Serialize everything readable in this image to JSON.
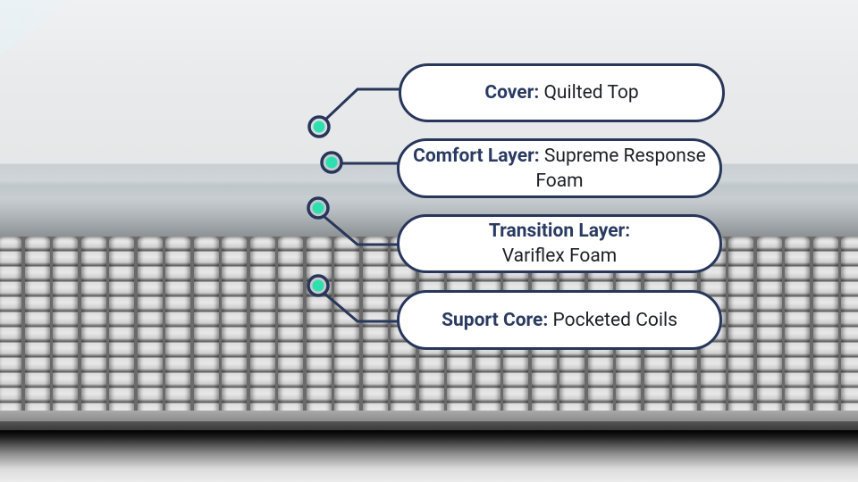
{
  "diagram": {
    "subject": "Mattress layer cross-section",
    "layers": [
      {
        "label": "Cover:",
        "description": "Quilted Top"
      },
      {
        "label": "Comfort Layer:",
        "description": "Supreme Response Foam"
      },
      {
        "label": "Transition Layer:",
        "description": "Variflex Foam"
      },
      {
        "label": "Suport Core:",
        "description": "Pocketed Coils"
      }
    ],
    "colors": {
      "callout_border": "#27365a",
      "label_text": "#2a3b62",
      "marker_fill": "#2ee0b0",
      "marker_ring": "#27365a"
    }
  }
}
